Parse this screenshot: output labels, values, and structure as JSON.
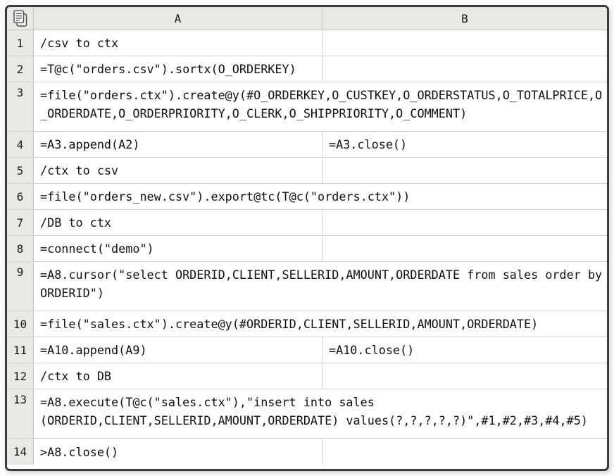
{
  "window": {
    "corner_icon": "copy-pages-icon"
  },
  "columns": [
    "A",
    "B"
  ],
  "grid": {
    "rows": [
      {
        "n": "1",
        "a": "/csv to ctx",
        "b": "",
        "span": false,
        "tall": false
      },
      {
        "n": "2",
        "a": "=T@c(\"orders.csv\").sortx(O_ORDERKEY)",
        "b": "",
        "span": false,
        "tall": false
      },
      {
        "n": "3",
        "a": "=file(\"orders.ctx\").create@y(#O_ORDERKEY,O_CUSTKEY,O_ORDERSTATUS,O_TOTALPRICE,O_ORDERDATE,O_ORDERPRIORITY,O_CLERK,O_SHIPPRIORITY,O_COMMENT)",
        "b": null,
        "span": true,
        "tall": true
      },
      {
        "n": "4",
        "a": "=A3.append(A2)",
        "b": "=A3.close()",
        "span": false,
        "tall": false
      },
      {
        "n": "5",
        "a": "/ctx to csv",
        "b": "",
        "span": false,
        "tall": false
      },
      {
        "n": "6",
        "a": "=file(\"orders_new.csv\").export@tc(T@c(\"orders.ctx\"))",
        "b": null,
        "span": true,
        "tall": false
      },
      {
        "n": "7",
        "a": "/DB to ctx",
        "b": "",
        "span": false,
        "tall": false
      },
      {
        "n": "8",
        "a": "=connect(\"demo\")",
        "b": "",
        "span": false,
        "tall": false
      },
      {
        "n": "9",
        "a": "=A8.cursor(\"select ORDERID,CLIENT,SELLERID,AMOUNT,ORDERDATE from sales order by ORDERID\")",
        "b": null,
        "span": true,
        "tall": true
      },
      {
        "n": "10",
        "a": "=file(\"sales.ctx\").create@y(#ORDERID,CLIENT,SELLERID,AMOUNT,ORDERDATE)",
        "b": null,
        "span": true,
        "tall": false
      },
      {
        "n": "11",
        "a": "=A10.append(A9)",
        "b": "=A10.close()",
        "span": false,
        "tall": false
      },
      {
        "n": "12",
        "a": "/ctx to DB",
        "b": "",
        "span": false,
        "tall": false
      },
      {
        "n": "13",
        "a": "=A8.execute(T@c(\"sales.ctx\"),\"insert into sales (ORDERID,CLIENT,SELLERID,AMOUNT,ORDERDATE) values(?,?,?,?,?)\",#1,#2,#3,#4,#5)",
        "b": null,
        "span": true,
        "tall": true
      },
      {
        "n": "14",
        "a": ">A8.close()",
        "b": "",
        "span": false,
        "tall": false
      }
    ]
  },
  "colors": {
    "header_bg": "#e9e8e5",
    "grid_line": "#d2d1cf",
    "header_line": "#c4c3c0",
    "outer_border": "#3b3b3b",
    "cell_bg": "#ffffff",
    "text": "#121212"
  }
}
